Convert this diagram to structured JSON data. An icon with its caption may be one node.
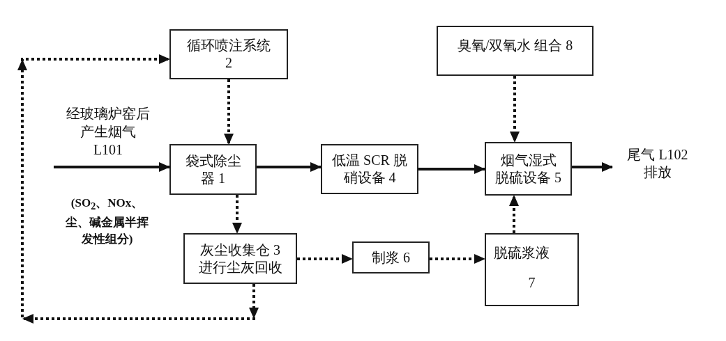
{
  "diagram": {
    "nodes": [
      {
        "text": [
          "循环喷注系统 2"
        ]
      },
      {
        "text": [
          "袋式除尘器 1"
        ]
      },
      {
        "text": [
          "低温 SCR 脱硝设备 4"
        ]
      },
      {
        "text": [
          "烟气湿式脱硫设备 5"
        ]
      },
      {
        "text": [
          "臭氧/双氧水 组合 8"
        ]
      },
      {
        "text": [
          "灰尘收集仓 3 进行尘灰回收"
        ]
      },
      {
        "text": [
          "制浆 6"
        ]
      },
      {
        "text": [
          "脱硫浆液",
          "7"
        ]
      },
      {
        "text": [
          "尾气 L102 排放"
        ]
      }
    ],
    "edges": [
      {
        "from": 0,
        "to": 1,
        "arrow": "to",
        "style": "dashed"
      },
      {
        "from": 1,
        "to": 2,
        "arrow": "to"
      },
      {
        "from": 2,
        "to": 3,
        "arrow": "to"
      },
      {
        "from": 3,
        "to": 8,
        "arrow": "to"
      },
      {
        "from": 4,
        "to": 3,
        "arrow": "to",
        "style": "dashed"
      },
      {
        "from": 1,
        "to": 5,
        "arrow": "to",
        "style": "dashed"
      },
      {
        "from": 5,
        "to": 6,
        "arrow": "to",
        "style": "dashed"
      },
      {
        "from": 6,
        "to": 7,
        "arrow": "to",
        "style": "dashed"
      },
      {
        "from": 7,
        "to": 3,
        "arrow": "to",
        "style": "dashed"
      },
      {
        "from": 5,
        "to": 0,
        "arrow": "to",
        "style": "dashed"
      },
      {
        "from": null,
        "to": 1,
        "arrow": "to",
        "label": "经玻璃炉窑后产生烟气 L101"
      }
    ],
    "labels": [
      "(SO$_{2}$、NOx、尘、碱金属半挥发性组分)"
    ]
  }
}
